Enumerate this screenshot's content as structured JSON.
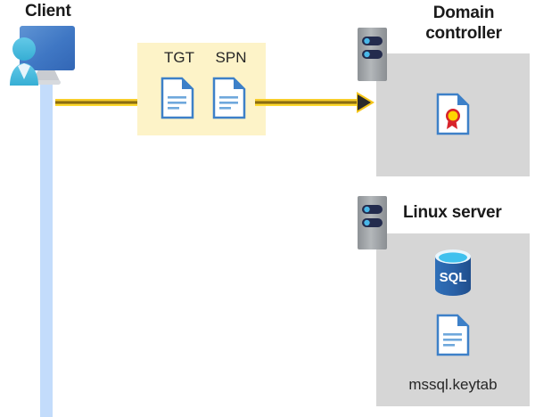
{
  "diagram": {
    "title_client": "Client",
    "title_domain_controller": "Domain controller",
    "title_domain_controller_line1": "Domain",
    "title_domain_controller_line2": "controller",
    "title_linux_server": "Linux server",
    "message_labels": {
      "tgt": "TGT",
      "spn": "SPN"
    },
    "keytab_file": "mssql.keytab",
    "sql_label": "SQL",
    "icons": {
      "client": "client-computer-user-icon",
      "tgt_document": "document-icon",
      "spn_document": "document-icon",
      "domain_controller_rack": "server-rack-icon",
      "linux_rack": "server-rack-icon",
      "certificate": "certificate-icon",
      "database": "sql-database-icon",
      "keytab_document": "document-icon",
      "arrow": "arrow-right-icon"
    },
    "colors": {
      "highlight_panel": "#fdf3c8",
      "box_fill": "#d6d6d6",
      "lifeline": "#c3dcfb",
      "arrow_gold": "#f5c518",
      "arrow_core": "#8a6d12",
      "doc_blue": "#3d80c8",
      "sql_blue": "#2a6bb5",
      "cert_red": "#d8232a",
      "cert_gold": "#ffd400",
      "title_text": "#1a1a1a"
    }
  }
}
